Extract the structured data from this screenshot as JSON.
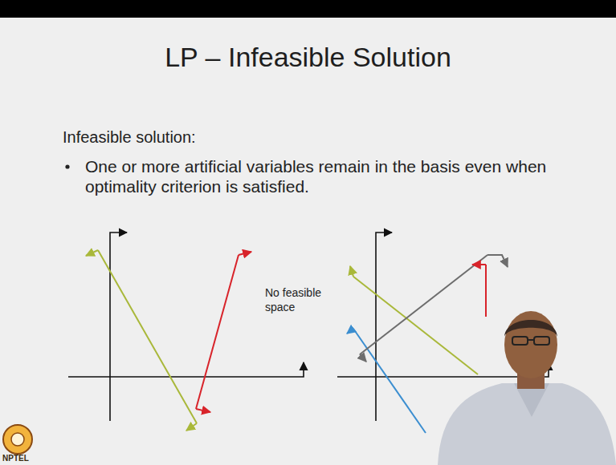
{
  "diagram": {
    "title": "LP – Infeasible Solution",
    "labels": [
      "Infeasible solution:",
      "One or more artificial variables remain in the basis even when optimality criterion is satisfied.",
      "No feasible space",
      "NPTEL"
    ]
  }
}
